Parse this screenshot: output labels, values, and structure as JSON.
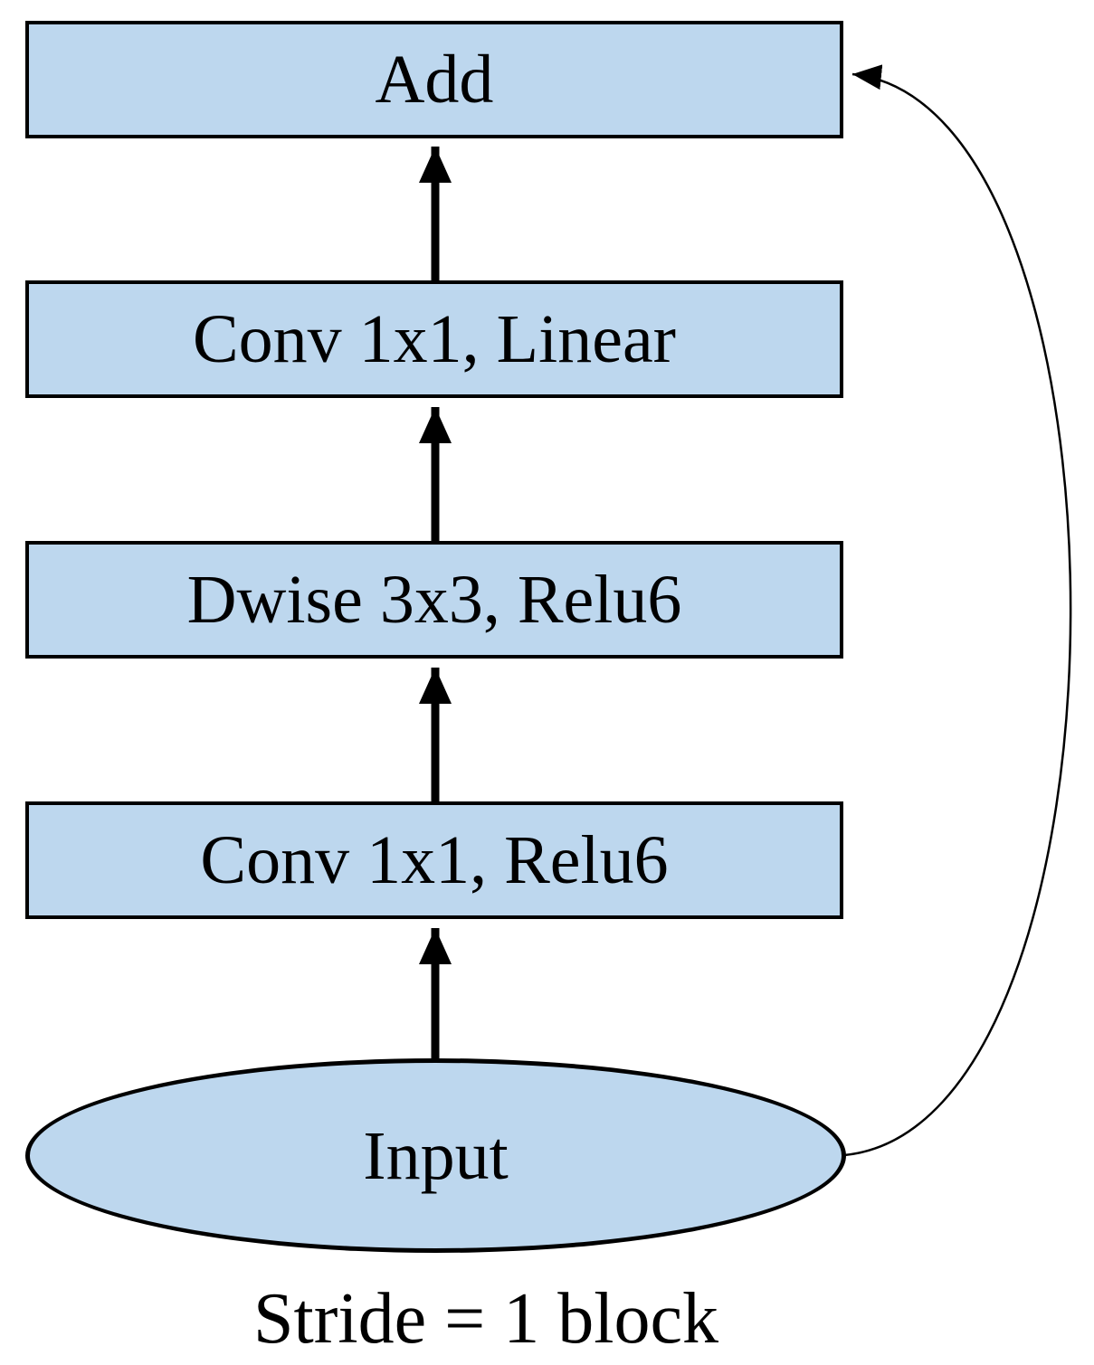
{
  "diagram": {
    "caption": "Stride = 1 block",
    "nodes": [
      {
        "id": "add",
        "label": "Add",
        "shape": "rect"
      },
      {
        "id": "conv-linear",
        "label": "Conv 1x1, Linear",
        "shape": "rect"
      },
      {
        "id": "dwise",
        "label": "Dwise 3x3, Relu6",
        "shape": "rect"
      },
      {
        "id": "conv-relu",
        "label": "Conv 1x1, Relu6",
        "shape": "rect"
      },
      {
        "id": "input",
        "label": "Input",
        "shape": "ellipse"
      }
    ],
    "edges": [
      {
        "from": "input",
        "to": "conv-relu",
        "style": "thick-arrow-up"
      },
      {
        "from": "conv-relu",
        "to": "dwise",
        "style": "thick-arrow-up"
      },
      {
        "from": "dwise",
        "to": "conv-linear",
        "style": "thick-arrow-up"
      },
      {
        "from": "conv-linear",
        "to": "add",
        "style": "thick-arrow-up"
      },
      {
        "from": "input",
        "to": "add",
        "style": "thin-curved-skip-connection"
      }
    ],
    "colors": {
      "node_fill": "#BDD7EE",
      "node_border": "#000000",
      "arrow": "#000000",
      "background": "#FFFFFF",
      "text": "#000000"
    }
  }
}
